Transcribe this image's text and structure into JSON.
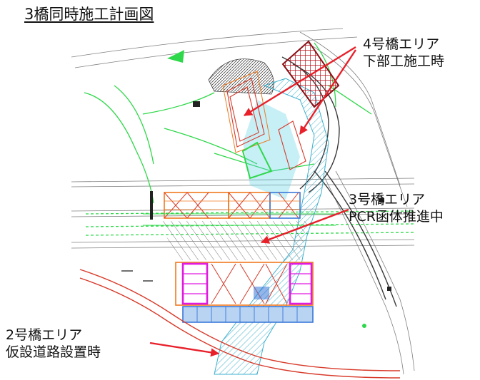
{
  "title": "3橋同時施工計画図",
  "labels": {
    "bridge4": [
      "4号橋エリア",
      "下部工施工時"
    ],
    "bridge3": [
      "3号橋エリア",
      "PCR函体推進中"
    ],
    "bridge2": [
      "2号橋エリア",
      "仮設道路設置時"
    ]
  },
  "colors": {
    "annotation_arrow": "#e8202a",
    "water_area": "#5fd0e6",
    "earthwork": "#2fd84a",
    "temporary_road": "#d83a2a",
    "frames_orange": "#f07a20",
    "frames_magenta": "#e01adf",
    "piles_blue": "#3a78d8"
  }
}
